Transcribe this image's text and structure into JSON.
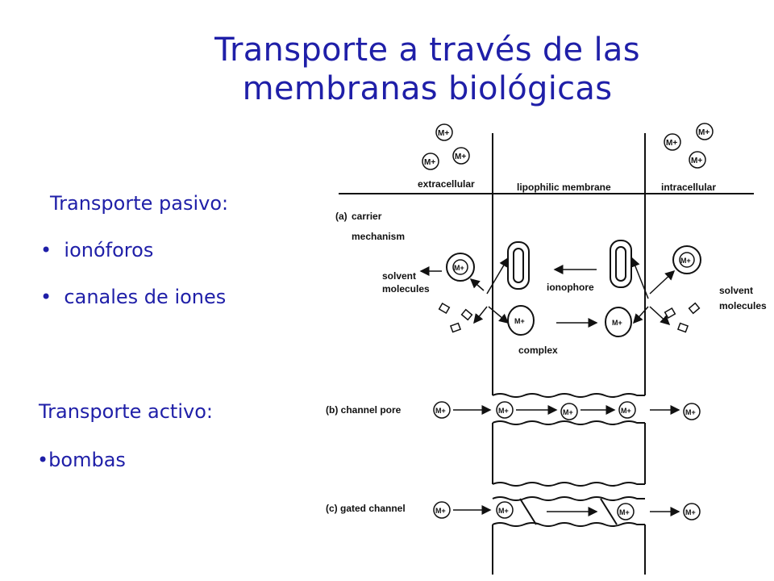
{
  "slide": {
    "title_line1": "Transporte a través de las",
    "title_line2": "membranas biológicas",
    "passive_heading": "Transporte pasivo:",
    "passive_items": [
      "ionóforos",
      "canales de iones"
    ],
    "active_heading": "Transporte activo:",
    "active_items": [
      "bombas"
    ],
    "bullet_glyph": "•",
    "text_color": "#1f1fa8"
  },
  "diagram": {
    "region_extracellular": "extracellular",
    "region_membrane": "lipophilic membrane",
    "region_intracellular": "intracellular",
    "label_a": "(a)",
    "label_carrier_line1": "carrier",
    "label_carrier_line2": "mechanism",
    "label_solvent_left_1": "solvent",
    "label_solvent_left_2": "molecules",
    "label_solvent_right_1": "solvent",
    "label_solvent_right_2": "molecules",
    "label_ionophore": "ionophore",
    "label_complex": "complex",
    "label_b": "(b) channel pore",
    "label_c": "(c) gated channel",
    "ion_label": "M+"
  }
}
